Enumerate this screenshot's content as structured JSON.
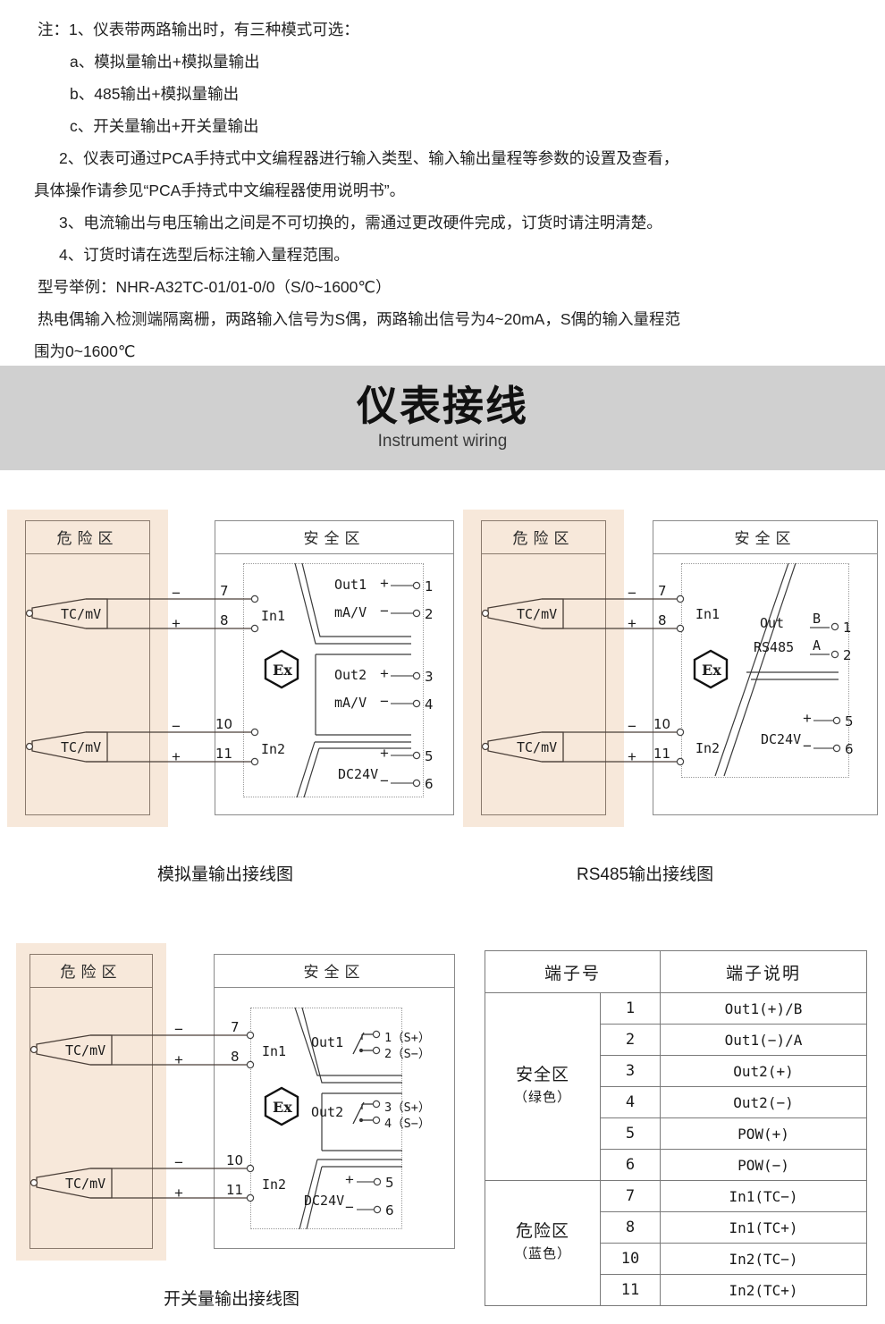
{
  "notes": {
    "lines": [
      {
        "text": "注：1、仪表带两路输出时，有三种模式可选：",
        "indent": "ind0"
      },
      {
        "text": "a、模拟量输出+模拟量输出",
        "indent": "ind2"
      },
      {
        "text": "b、485输出+模拟量输出",
        "indent": "ind2"
      },
      {
        "text": "c、开关量输出+开关量输出",
        "indent": "ind2"
      },
      {
        "text": "2、仪表可通过PCA手持式中文编程器进行输入类型、输入输出量程等参数的设置及查看，",
        "indent": "ind3"
      },
      {
        "text": "具体操作请参见“PCA手持式中文编程器使用说明书”。",
        "indent": "full"
      },
      {
        "text": "3、电流输出与电压输出之间是不可切换的，需通过更改硬件完成，订货时请注明清楚。",
        "indent": "ind3"
      },
      {
        "text": "4、订货时请在选型后标注输入量程范围。",
        "indent": "ind3"
      },
      {
        "text": "型号举例：NHR-A32TC-01/01-0/0（S/0~1600℃）",
        "indent": "ind0"
      },
      {
        "text": "热电偶输入检测端隔离栅，两路输入信号为S偶，两路输出信号为4~20mA，S偶的输入量程范",
        "indent": "ind0"
      },
      {
        "text": "围为0~1600℃",
        "indent": "full"
      }
    ]
  },
  "banner": {
    "title_cn": "仪表接线",
    "title_en": "Instrument wiring",
    "bg_color": "#d0d0d0"
  },
  "common": {
    "hazard_zone_label": "危险区",
    "safe_zone_label": "安全区",
    "sensor_label": "TC/mV",
    "in1_label": "In1",
    "in2_label": "In2",
    "dc24v_label": "DC24V",
    "plus": "+",
    "minus": "−",
    "ex_label": "Ex",
    "hazard_bg_color": "#f7e8da"
  },
  "diagram1": {
    "caption": "模拟量输出接线图",
    "terminals": {
      "t7": "7",
      "t8": "8",
      "t10": "10",
      "t11": "11",
      "o1": "1",
      "o2": "2",
      "o3": "3",
      "o4": "4",
      "o5": "5",
      "o6": "6"
    },
    "out1_label": "Out1",
    "out1_unit": "mA/V",
    "out2_label": "Out2",
    "out2_unit": "mA/V"
  },
  "diagram2": {
    "caption": "RS485输出接线图",
    "terminals": {
      "t7": "7",
      "t8": "8",
      "t10": "10",
      "t11": "11",
      "o1": "1",
      "o2": "2",
      "o5": "5",
      "o6": "6"
    },
    "out_label": "Out",
    "out_bus": "RS485",
    "pin_b": "B",
    "pin_a": "A"
  },
  "diagram3": {
    "caption": "开关量输出接线图",
    "terminals": {
      "t7": "7",
      "t8": "8",
      "t10": "10",
      "t11": "11"
    },
    "out1_label": "Out1",
    "out2_label": "Out2",
    "out1_pins": [
      "1（S+）",
      "2（S−）"
    ],
    "out2_pins": [
      "3（S+）",
      "4（S−）"
    ],
    "pwr_pins": [
      "5",
      "6"
    ]
  },
  "table": {
    "headers": [
      "端子号",
      "端子说明"
    ],
    "groups": [
      {
        "zone_name": "安全区",
        "zone_color_note": "（绿色）",
        "rows": [
          {
            "no": "1",
            "desc": "Out1(+)/B"
          },
          {
            "no": "2",
            "desc": "Out1(−)/A"
          },
          {
            "no": "3",
            "desc": "Out2(+)"
          },
          {
            "no": "4",
            "desc": "Out2(−)"
          },
          {
            "no": "5",
            "desc": "POW(+)"
          },
          {
            "no": "6",
            "desc": "POW(−)"
          }
        ]
      },
      {
        "zone_name": "危险区",
        "zone_color_note": "（蓝色）",
        "rows": [
          {
            "no": "7",
            "desc": "In1(TC−)"
          },
          {
            "no": "8",
            "desc": "In1(TC+)"
          },
          {
            "no": "10",
            "desc": "In2(TC−)"
          },
          {
            "no": "11",
            "desc": "In2(TC+)"
          }
        ]
      }
    ]
  }
}
